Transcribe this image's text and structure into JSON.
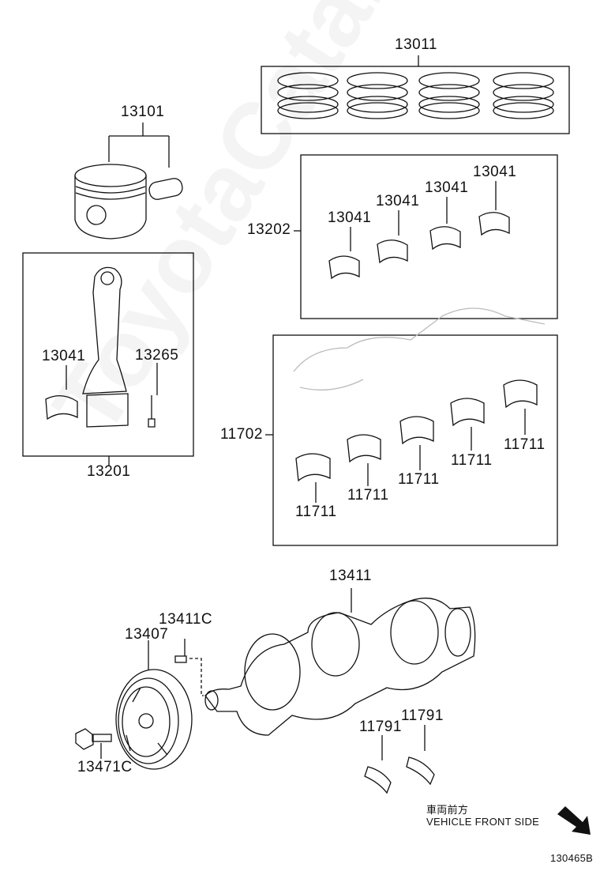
{
  "watermark": "ToyotaCatalog.ru",
  "labels": {
    "piston_ring_set": "13011",
    "piston": "13101",
    "conrod_bearing_set": "13202",
    "conrod_bearing_a": "13041",
    "conrod_bearing_b": "13041",
    "conrod_bearing_c": "13041",
    "conrod_bearing_d": "13041",
    "conrod_assembly": "13201",
    "conrod_bearing_e": "13041",
    "conrod_bolt": "13265",
    "crank_bearing_set": "11702",
    "crank_bearing_1": "11711",
    "crank_bearing_2": "11711",
    "crank_bearing_3": "11711",
    "crank_bearing_4": "11711",
    "crank_bearing_5": "11711",
    "crankshaft": "13411",
    "crank_key": "13411C",
    "pulley": "13407",
    "pulley_bolt": "13471C",
    "thrust_washer_a": "11791",
    "thrust_washer_b": "11791",
    "front_side_jp": "車両前方",
    "front_side_en": "VEHICLE FRONT SIDE",
    "illustration_id": "130465B"
  }
}
